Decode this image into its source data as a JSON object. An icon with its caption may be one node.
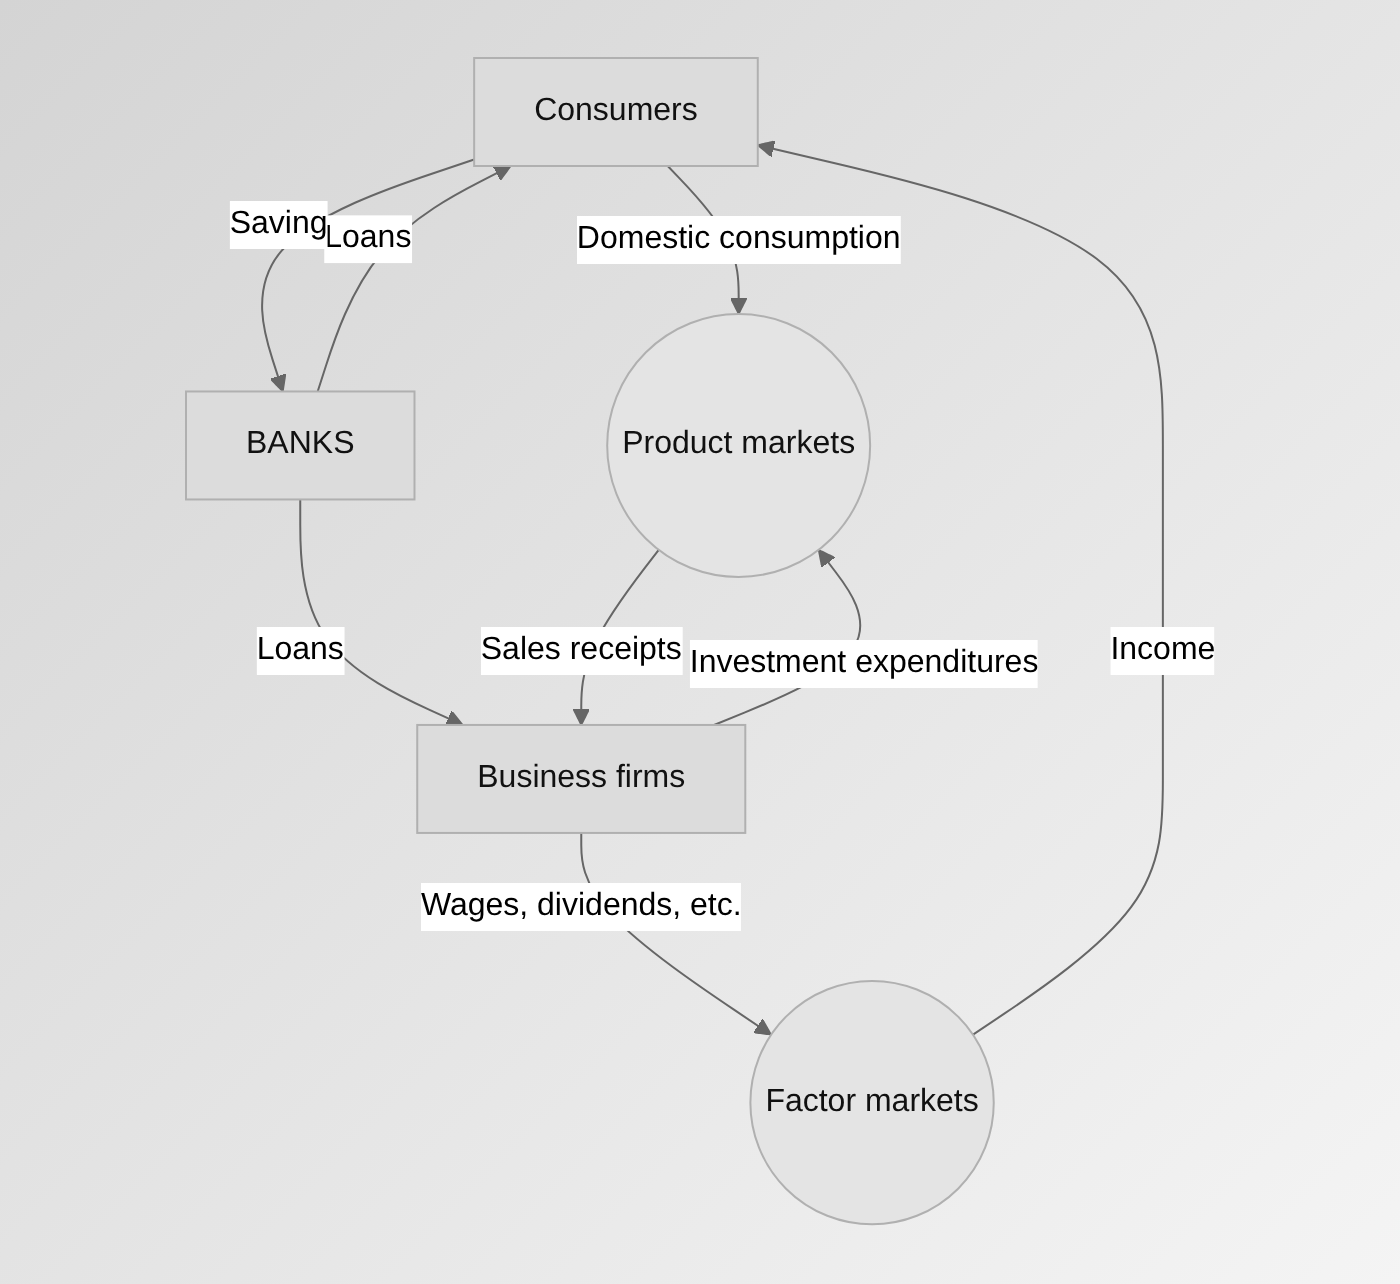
{
  "diagram": {
    "nodes": [
      {
        "text": [
          "Consumers"
        ]
      },
      {
        "text": [
          "Factor markets"
        ]
      },
      {
        "text": [
          "BANKS"
        ]
      },
      {
        "text": [
          "Product markets"
        ]
      },
      {
        "text": [
          "Business firms"
        ]
      }
    ],
    "edges": [
      {
        "from": 1,
        "to": 0,
        "arrow": "to",
        "label": "Income"
      },
      {
        "from": 0,
        "to": 3,
        "arrow": "to",
        "label": "Domestic consumption"
      },
      {
        "from": 2,
        "to": 0,
        "arrow": "to",
        "label": "Loans"
      },
      {
        "from": 0,
        "to": 2,
        "arrow": "to",
        "label": "Saving"
      },
      {
        "from": 2,
        "to": 4,
        "arrow": "to",
        "label": "Loans"
      },
      {
        "from": 3,
        "to": 4,
        "arrow": "to",
        "label": "Sales receipts"
      },
      {
        "from": 4,
        "to": 3,
        "arrow": "to",
        "label": "Investment expenditures"
      },
      {
        "from": 4,
        "to": 1,
        "arrow": "to",
        "label": "Wages, dividends, etc."
      }
    ]
  }
}
